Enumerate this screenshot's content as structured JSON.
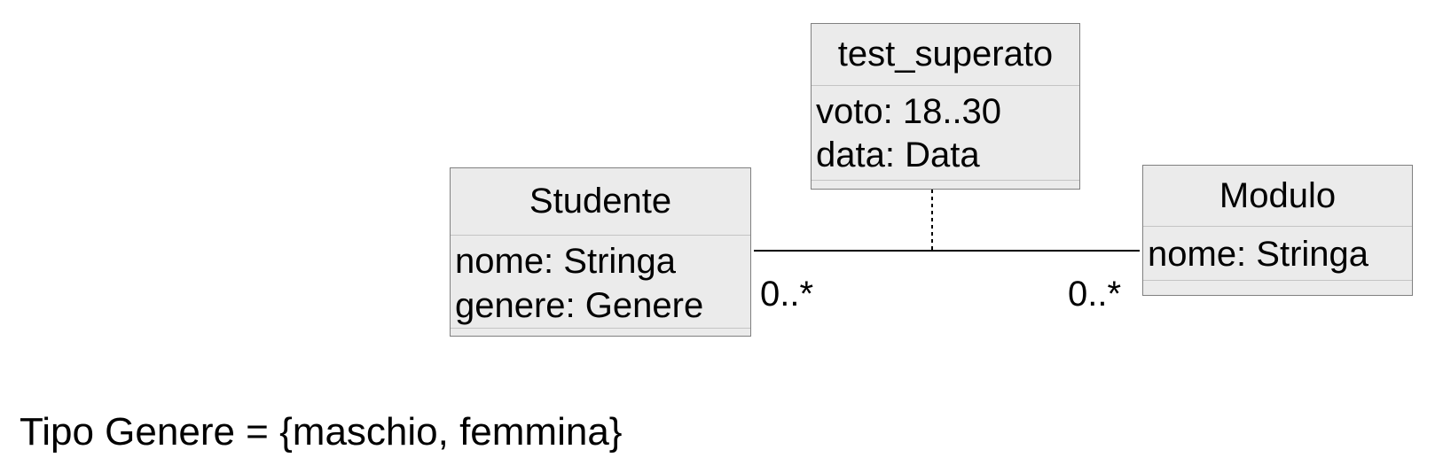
{
  "diagram": {
    "classes": {
      "test_superato": {
        "name": "test_superato",
        "attributes": [
          "voto: 18..30",
          "data: Data"
        ]
      },
      "studente": {
        "name": "Studente",
        "attributes": [
          "nome: Stringa",
          "genere: Genere"
        ]
      },
      "modulo": {
        "name": "Modulo",
        "attributes": [
          "nome: Stringa"
        ]
      }
    },
    "association": {
      "left_multiplicity": "0..*",
      "right_multiplicity": "0..*",
      "association_class": "test_superato"
    },
    "type_definition": "Tipo Genere = {maschio, femmina}"
  },
  "colors": {
    "class_fill": "#ebebeb",
    "class_border": "#808080",
    "compartment_divider": "#c4c4c4",
    "line": "#000000"
  }
}
